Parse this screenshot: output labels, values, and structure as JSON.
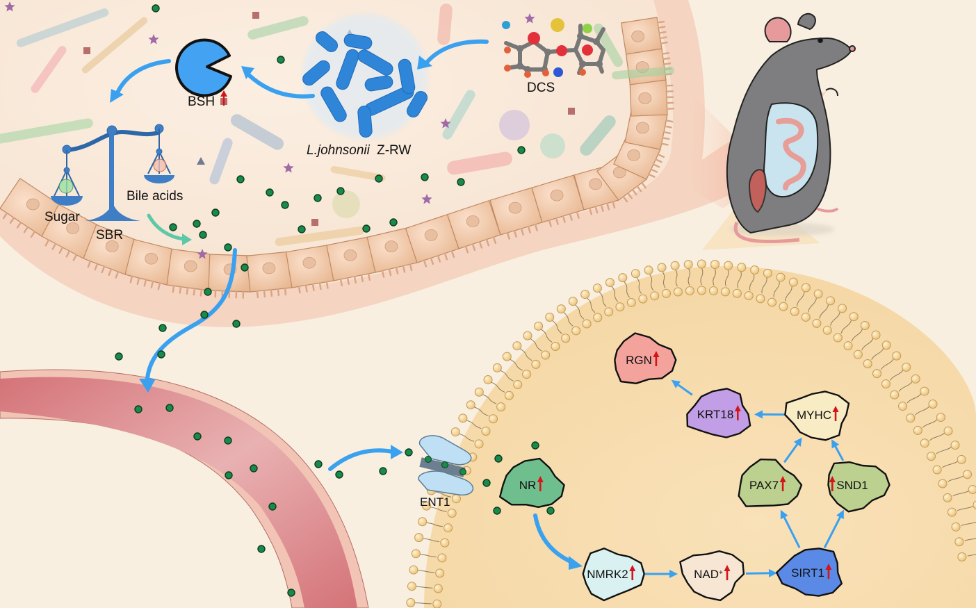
{
  "title_region": "graphical-abstract",
  "colors": {
    "background": "#f8efe0",
    "lumen": "#f9eadb",
    "epithelium": "#eab994",
    "vessel": "#d97f84",
    "cell_interior": "#f6d9a8",
    "membrane_head": "#f3cf8c",
    "metabolite_dot": "#1a8a4a",
    "arrow": "#3aa0f0",
    "up_arrow": "#d4141b"
  },
  "gut": {
    "enzyme": {
      "label": "BSH",
      "change": "up"
    },
    "bacterium": {
      "label_italic": "L.johnsonii",
      "label_strain": "Z-RW"
    },
    "compound": {
      "label": "DCS"
    },
    "balance": {
      "left": "Sugar",
      "right": "Bile acids",
      "name": "SBR"
    }
  },
  "transporter": {
    "label": "ENT1"
  },
  "pathway": {
    "nodes": [
      {
        "id": "nr",
        "label": "NR",
        "change": "up",
        "color": "#6fbf8e"
      },
      {
        "id": "nmrk2",
        "label": "NMRK2",
        "change": "up",
        "color": "#d9f1f0"
      },
      {
        "id": "nad",
        "label": "NAD",
        "sup": "+",
        "change": "up",
        "color": "#f6e6d3"
      },
      {
        "id": "sirt1",
        "label": "SIRT1",
        "change": "up",
        "color": "#5b8ae6"
      },
      {
        "id": "pax7",
        "label": "PAX7",
        "change": "up",
        "color": "#bcd08f"
      },
      {
        "id": "snd1",
        "label": "SND1",
        "change": "up",
        "color": "#bcd08f"
      },
      {
        "id": "myhc",
        "label": "MYHC",
        "change": "up",
        "color": "#f8ecc4"
      },
      {
        "id": "krt18",
        "label": "KRT18",
        "change": "up",
        "color": "#c29ee6"
      },
      {
        "id": "rgn",
        "label": "RGN",
        "change": "up",
        "color": "#f4a39c"
      }
    ],
    "edges": [
      [
        "nr",
        "nmrk2"
      ],
      [
        "nmrk2",
        "nad"
      ],
      [
        "nad",
        "sirt1"
      ],
      [
        "sirt1",
        "pax7"
      ],
      [
        "sirt1",
        "snd1"
      ],
      [
        "pax7",
        "myhc"
      ],
      [
        "snd1",
        "myhc"
      ],
      [
        "myhc",
        "krt18"
      ],
      [
        "krt18",
        "rgn"
      ]
    ]
  },
  "organism": {
    "icon": "mouse-icon"
  },
  "up_symbol": "↑"
}
